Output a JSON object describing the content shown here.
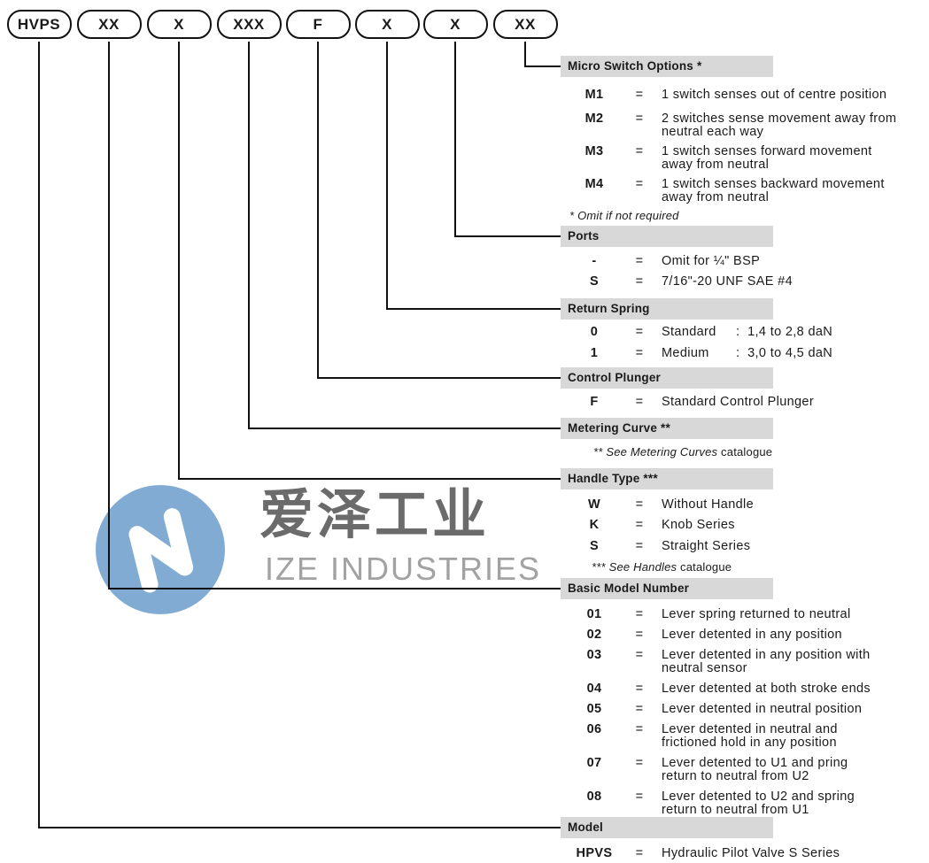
{
  "equals_sign": "=",
  "boxes": [
    {
      "label": "HVPS"
    },
    {
      "label": "XX"
    },
    {
      "label": "X"
    },
    {
      "label": "XXX"
    },
    {
      "label": "F"
    },
    {
      "label": "X"
    },
    {
      "label": "X"
    },
    {
      "label": "XX"
    }
  ],
  "sections": [
    {
      "id": "micro-switch-options",
      "title": "Micro Switch Options *",
      "rows": [
        {
          "key": "M1",
          "value": "1 switch senses out of centre position"
        },
        {
          "key": "M2",
          "value": "2 switches sense movement away from\nneutral each way"
        },
        {
          "key": "M3",
          "value": "1 switch senses forward movement\naway from neutral"
        },
        {
          "key": "M4",
          "value": "1 switch senses backward movement\naway from neutral"
        }
      ],
      "footnote": {
        "italic": "* Omit if not required",
        "normal": ""
      }
    },
    {
      "id": "ports",
      "title": "Ports",
      "rows": [
        {
          "key": "-",
          "value": "Omit for ¼\" BSP"
        },
        {
          "key": "S",
          "value": "7/16\"-20 UNF SAE #4"
        }
      ]
    },
    {
      "id": "return-spring",
      "title": "Return Spring",
      "rows": [
        {
          "key": "0",
          "value": "Standard",
          "detail": ":  1,4 to 2,8 daN"
        },
        {
          "key": "1",
          "value": "Medium",
          "detail": ":  3,0 to 4,5 daN"
        }
      ]
    },
    {
      "id": "control-plunger",
      "title": "Control Plunger",
      "rows": [
        {
          "key": "F",
          "value": "Standard Control Plunger"
        }
      ]
    },
    {
      "id": "metering-curve",
      "title": "Metering Curve **",
      "rows": [],
      "footnote": {
        "italic": "** See Metering Curves",
        "normal": " catalogue"
      }
    },
    {
      "id": "handle-type",
      "title": "Handle Type ***",
      "rows": [
        {
          "key": "W",
          "value": "Without Handle"
        },
        {
          "key": "K",
          "value": "Knob Series"
        },
        {
          "key": "S",
          "value": "Straight Series"
        }
      ],
      "footnote": {
        "italic": "*** See Handles",
        "normal": " catalogue"
      }
    },
    {
      "id": "basic-model-number",
      "title": "Basic Model Number",
      "rows": [
        {
          "key": "01",
          "value": "Lever spring returned to neutral"
        },
        {
          "key": "02",
          "value": "Lever detented in any position"
        },
        {
          "key": "03",
          "value": "Lever detented in any position with\nneutral sensor"
        },
        {
          "key": "04",
          "value": "Lever detented at both stroke ends"
        },
        {
          "key": "05",
          "value": "Lever detented in neutral position"
        },
        {
          "key": "06",
          "value": "Lever detented in neutral and\nfrictioned hold in any position"
        },
        {
          "key": "07",
          "value": "Lever detented to U1 and pring\nreturn to neutral from U2"
        },
        {
          "key": "08",
          "value": "Lever detented to U2 and spring\nreturn to neutral from U1"
        }
      ]
    },
    {
      "id": "model",
      "title": "Model",
      "rows": [
        {
          "key": "HPVS",
          "value": "Hydraulic Pilot Valve S Series"
        }
      ]
    }
  ],
  "watermark": {
    "chinese": "爱泽工业",
    "english": "IZE INDUSTRIES",
    "logo": "ize-logo"
  },
  "colors": {
    "line": "#111111",
    "section_bar_bg": "#d8d8d8",
    "text": "#1a1a1a",
    "watermark_blue": "#82abd3",
    "watermark_text_dark": "#6b6b6b",
    "watermark_text_light": "#a2a2a2"
  }
}
